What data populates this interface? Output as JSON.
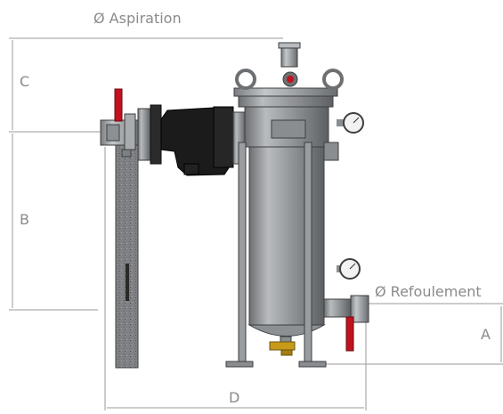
{
  "labels": {
    "aspiration": "Ø Aspiration",
    "refoulement": "Ø Refoulement",
    "dim_a": "A",
    "dim_b": "B",
    "dim_c": "C",
    "dim_d": "D"
  },
  "colors": {
    "dimension_line": "#9a9a9a",
    "label_text": "#8a8a8a",
    "valve_handle": "#c1121f",
    "housing_steel": "#9b9ea1",
    "pump_body": "#1b1b1b",
    "drain_valve": "#c79a1a"
  }
}
